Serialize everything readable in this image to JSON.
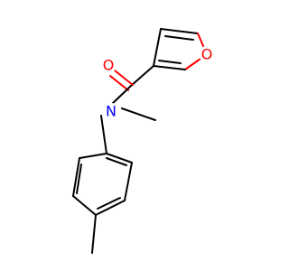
{
  "molecule": {
    "atoms": {
      "furan_o": {
        "symbol": "O",
        "color": "#ff0000"
      },
      "carbonyl_o": {
        "symbol": "O",
        "color": "#ff0000"
      },
      "amide_n": {
        "symbol": "N",
        "color": "#0000ff"
      }
    },
    "colors": {
      "bond": "#000000",
      "oxygen": "#ff0000",
      "nitrogen": "#0000ff",
      "background": "#ffffff"
    }
  }
}
